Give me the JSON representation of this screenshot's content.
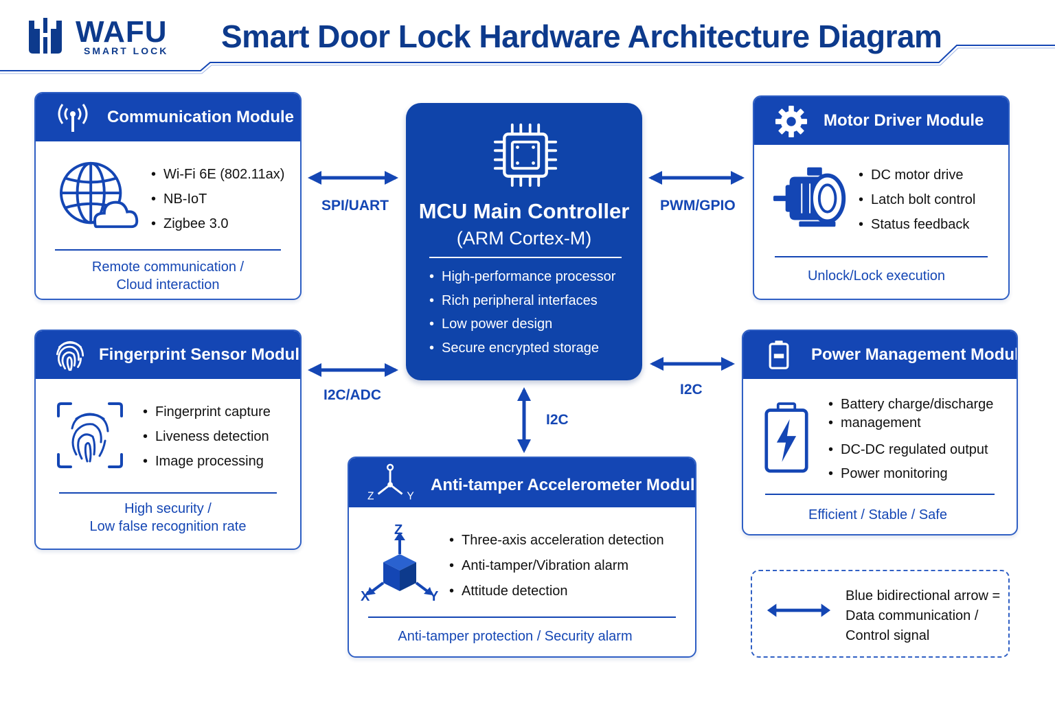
{
  "brand": {
    "name": "WAFU",
    "subtitle": "SMART LOCK"
  },
  "title": "Smart Door Lock Hardware Architecture Diagram",
  "colors": {
    "primary": "#1446b4",
    "dark": "#0d3a8c",
    "mcu": "#0f44aa",
    "text": "#111111"
  },
  "mcu": {
    "icon": "chip-icon",
    "title": "MCU Main Controller",
    "subtitle": "(ARM Cortex-M)",
    "bullets": [
      "High-performance processor",
      "Rich peripheral interfaces",
      "Low power design",
      "Secure encrypted storage"
    ]
  },
  "modules": {
    "communication": {
      "icon": "antenna-icon",
      "body_icon": "globe-cloud-icon",
      "title": "Communication Module",
      "bullets": [
        "Wi-Fi 6E (802.11ax)",
        "NB-IoT",
        "Zigbee 3.0"
      ],
      "note_lines": [
        "Remote communication /",
        "Cloud interaction"
      ]
    },
    "fingerprint": {
      "icon": "fingerprint-icon",
      "body_icon": "fingerprint-scan-icon",
      "title": "Fingerprint Sensor Module",
      "bullets": [
        "Fingerprint capture",
        "Liveness detection",
        "Image processing"
      ],
      "note_lines": [
        "High security /",
        "Low false recognition rate"
      ]
    },
    "motor": {
      "icon": "gear-icon",
      "body_icon": "motor-icon",
      "title": "Motor Driver Module",
      "bullets": [
        "DC motor drive",
        "Latch bolt control",
        "Status feedback"
      ],
      "note_lines": [
        "Unlock/Lock execution"
      ]
    },
    "power": {
      "icon": "battery-icon",
      "body_icon": "battery-bolt-icon",
      "title": "Power Management Module",
      "bullets": [
        "Battery charge/discharge",
        "management",
        "DC-DC regulated output",
        "Power monitoring"
      ],
      "note_lines": [
        "Efficient / Stable / Safe"
      ]
    },
    "accelerometer": {
      "icon": "axes-icon",
      "body_icon": "cube-axes-icon",
      "title": "Anti-tamper Accelerometer Module",
      "axis_labels": {
        "x": "X",
        "y": "Y",
        "z": "Z"
      },
      "bullets": [
        "Three-axis acceleration detection",
        "Anti-tamper/Vibration alarm",
        "Attitude detection"
      ],
      "note_lines": [
        "Anti-tamper protection / Security alarm"
      ]
    }
  },
  "connections": [
    {
      "from": "communication",
      "to": "mcu",
      "label": "SPI/UART"
    },
    {
      "from": "fingerprint",
      "to": "mcu",
      "label": "I2C/ADC"
    },
    {
      "from": "motor",
      "to": "mcu",
      "label": "PWM/GPIO"
    },
    {
      "from": "power",
      "to": "mcu",
      "label": "I2C"
    },
    {
      "from": "accelerometer",
      "to": "mcu",
      "label": "I2C"
    }
  ],
  "legend": {
    "icon": "bidirectional-arrow-icon",
    "lines": [
      "Blue bidirectional arrow =",
      "Data communication /",
      "Control signal"
    ]
  }
}
